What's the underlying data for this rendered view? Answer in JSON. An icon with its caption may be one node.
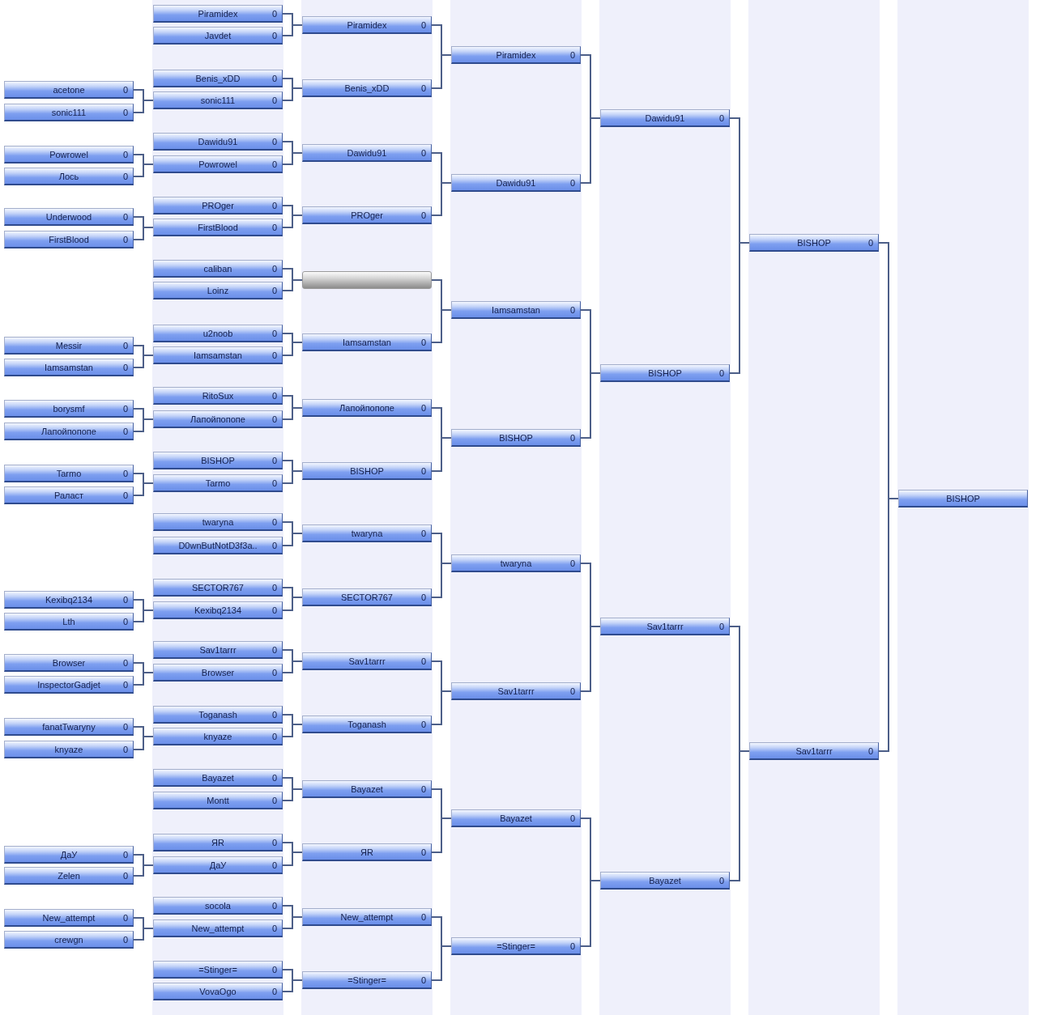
{
  "diagram": {
    "nodes": [
      {
        "text": [
          "acetone",
          "0"
        ]
      },
      {
        "text": [
          "sonic111",
          "0"
        ]
      },
      {
        "text": [
          "Powrowel",
          "0"
        ]
      },
      {
        "text": [
          "Лось",
          "0"
        ]
      },
      {
        "text": [
          "Underwood",
          "0"
        ]
      },
      {
        "text": [
          "FirstBlood",
          "0"
        ]
      },
      {
        "text": [
          "Messir",
          "0"
        ]
      },
      {
        "text": [
          "Iamsamstan",
          "0"
        ]
      },
      {
        "text": [
          "borysmf",
          "0"
        ]
      },
      {
        "text": [
          "Лапойпопопе",
          "0"
        ]
      },
      {
        "text": [
          "Tarmo",
          "0"
        ]
      },
      {
        "text": [
          "Раласт",
          "0"
        ]
      },
      {
        "text": [
          "Kexibq2134",
          "0"
        ]
      },
      {
        "text": [
          "Lth",
          "0"
        ]
      },
      {
        "text": [
          "Browser",
          "0"
        ]
      },
      {
        "text": [
          "InspectorGadjet",
          "0"
        ]
      },
      {
        "text": [
          "fanatTwaryny",
          "0"
        ]
      },
      {
        "text": [
          "knyaze",
          "0"
        ]
      },
      {
        "text": [
          "ДаУ",
          "0"
        ]
      },
      {
        "text": [
          "Zelen",
          "0"
        ]
      },
      {
        "text": [
          "New_attempt",
          "0"
        ]
      },
      {
        "text": [
          "crewgn",
          "0"
        ]
      },
      {
        "text": [
          "Piramidex",
          "0"
        ]
      },
      {
        "text": [
          "Javdet",
          "0"
        ]
      },
      {
        "text": [
          "Benis_xDD",
          "0"
        ]
      },
      {
        "text": [
          "sonic111",
          "0"
        ]
      },
      {
        "text": [
          "Dawidu91",
          "0"
        ]
      },
      {
        "text": [
          "Powrowel",
          "0"
        ]
      },
      {
        "text": [
          "PROger",
          "0"
        ]
      },
      {
        "text": [
          "FirstBlood",
          "0"
        ]
      },
      {
        "text": [
          "caliban",
          "0"
        ]
      },
      {
        "text": [
          "Loinz",
          "0"
        ]
      },
      {
        "text": [
          "u2noob",
          "0"
        ]
      },
      {
        "text": [
          "Iamsamstan",
          "0"
        ]
      },
      {
        "text": [
          "RitoSux",
          "0"
        ]
      },
      {
        "text": [
          "Лапойпопопе",
          "0"
        ]
      },
      {
        "text": [
          "BISHOP",
          "0"
        ]
      },
      {
        "text": [
          "Tarmo",
          "0"
        ]
      },
      {
        "text": [
          "twaryna",
          "0"
        ]
      },
      {
        "text": [
          "D0wnButNotD3f3a..",
          "0"
        ]
      },
      {
        "text": [
          "SECTOR767",
          "0"
        ]
      },
      {
        "text": [
          "Kexibq2134",
          "0"
        ]
      },
      {
        "text": [
          "Sav1tarrr",
          "0"
        ]
      },
      {
        "text": [
          "Browser",
          "0"
        ]
      },
      {
        "text": [
          "Toganash",
          "0"
        ]
      },
      {
        "text": [
          "knyaze",
          "0"
        ]
      },
      {
        "text": [
          "Bayazet",
          "0"
        ]
      },
      {
        "text": [
          "Montt",
          "0"
        ]
      },
      {
        "text": [
          "ЯR",
          "0"
        ]
      },
      {
        "text": [
          "ДаУ",
          "0"
        ]
      },
      {
        "text": [
          "socola",
          "0"
        ]
      },
      {
        "text": [
          "New_attempt",
          "0"
        ]
      },
      {
        "text": [
          "=Stinger=",
          "0"
        ]
      },
      {
        "text": [
          "VovaOgo",
          "0"
        ]
      },
      {
        "text": [
          "Piramidex",
          "0"
        ]
      },
      {
        "text": [
          "Benis_xDD",
          "0"
        ]
      },
      {
        "text": [
          "Dawidu91",
          "0"
        ]
      },
      {
        "text": [
          "PROger",
          "0"
        ]
      },
      {
        "text": [],
        "shape": "bar"
      },
      {
        "text": [
          "Iamsamstan",
          "0"
        ]
      },
      {
        "text": [
          "Лапойпопопе",
          "0"
        ]
      },
      {
        "text": [
          "BISHOP",
          "0"
        ]
      },
      {
        "text": [
          "twaryna",
          "0"
        ]
      },
      {
        "text": [
          "SECTOR767",
          "0"
        ]
      },
      {
        "text": [
          "Sav1tarrr",
          "0"
        ]
      },
      {
        "text": [
          "Toganash",
          "0"
        ]
      },
      {
        "text": [
          "Bayazet",
          "0"
        ]
      },
      {
        "text": [
          "ЯR",
          "0"
        ]
      },
      {
        "text": [
          "New_attempt",
          "0"
        ]
      },
      {
        "text": [
          "=Stinger=",
          "0"
        ]
      },
      {
        "text": [
          "Piramidex",
          "0"
        ]
      },
      {
        "text": [
          "Dawidu91",
          "0"
        ]
      },
      {
        "text": [
          "Iamsamstan",
          "0"
        ]
      },
      {
        "text": [
          "BISHOP",
          "0"
        ]
      },
      {
        "text": [
          "twaryna",
          "0"
        ]
      },
      {
        "text": [
          "Sav1tarrr",
          "0"
        ]
      },
      {
        "text": [
          "Bayazet",
          "0"
        ]
      },
      {
        "text": [
          "=Stinger=",
          "0"
        ]
      },
      {
        "text": [
          "Dawidu91",
          "0"
        ]
      },
      {
        "text": [
          "BISHOP",
          "0"
        ]
      },
      {
        "text": [
          "Sav1tarrr",
          "0"
        ]
      },
      {
        "text": [
          "Bayazet",
          "0"
        ]
      },
      {
        "text": [
          "BISHOP",
          "0"
        ]
      },
      {
        "text": [
          "Sav1tarrr",
          "0"
        ]
      },
      {
        "text": [
          "BISHOP"
        ]
      }
    ],
    "edges": [
      {
        "from": 0,
        "to": 25,
        "arrow": "none"
      },
      {
        "from": 1,
        "to": 25,
        "arrow": "none"
      },
      {
        "from": 2,
        "to": 27,
        "arrow": "none"
      },
      {
        "from": 3,
        "to": 27,
        "arrow": "none"
      },
      {
        "from": 4,
        "to": 29,
        "arrow": "none"
      },
      {
        "from": 5,
        "to": 29,
        "arrow": "none"
      },
      {
        "from": 6,
        "to": 33,
        "arrow": "none"
      },
      {
        "from": 7,
        "to": 33,
        "arrow": "none"
      },
      {
        "from": 8,
        "to": 35,
        "arrow": "none"
      },
      {
        "from": 9,
        "to": 35,
        "arrow": "none"
      },
      {
        "from": 10,
        "to": 37,
        "arrow": "none"
      },
      {
        "from": 11,
        "to": 37,
        "arrow": "none"
      },
      {
        "from": 12,
        "to": 41,
        "arrow": "none"
      },
      {
        "from": 13,
        "to": 41,
        "arrow": "none"
      },
      {
        "from": 14,
        "to": 43,
        "arrow": "none"
      },
      {
        "from": 15,
        "to": 43,
        "arrow": "none"
      },
      {
        "from": 16,
        "to": 45,
        "arrow": "none"
      },
      {
        "from": 17,
        "to": 45,
        "arrow": "none"
      },
      {
        "from": 18,
        "to": 49,
        "arrow": "none"
      },
      {
        "from": 19,
        "to": 49,
        "arrow": "none"
      },
      {
        "from": 20,
        "to": 51,
        "arrow": "none"
      },
      {
        "from": 21,
        "to": 51,
        "arrow": "none"
      },
      {
        "from": 22,
        "to": 54,
        "arrow": "none"
      },
      {
        "from": 23,
        "to": 54,
        "arrow": "none"
      },
      {
        "from": 24,
        "to": 55,
        "arrow": "none"
      },
      {
        "from": 25,
        "to": 55,
        "arrow": "none"
      },
      {
        "from": 26,
        "to": 56,
        "arrow": "none"
      },
      {
        "from": 27,
        "to": 56,
        "arrow": "none"
      },
      {
        "from": 28,
        "to": 57,
        "arrow": "none"
      },
      {
        "from": 29,
        "to": 57,
        "arrow": "none"
      },
      {
        "from": 30,
        "to": 58,
        "arrow": "none"
      },
      {
        "from": 31,
        "to": 58,
        "arrow": "none"
      },
      {
        "from": 32,
        "to": 59,
        "arrow": "none"
      },
      {
        "from": 33,
        "to": 59,
        "arrow": "none"
      },
      {
        "from": 34,
        "to": 60,
        "arrow": "none"
      },
      {
        "from": 35,
        "to": 60,
        "arrow": "none"
      },
      {
        "from": 36,
        "to": 61,
        "arrow": "none"
      },
      {
        "from": 37,
        "to": 61,
        "arrow": "none"
      },
      {
        "from": 38,
        "to": 62,
        "arrow": "none"
      },
      {
        "from": 39,
        "to": 62,
        "arrow": "none"
      },
      {
        "from": 40,
        "to": 63,
        "arrow": "none"
      },
      {
        "from": 41,
        "to": 63,
        "arrow": "none"
      },
      {
        "from": 42,
        "to": 64,
        "arrow": "none"
      },
      {
        "from": 43,
        "to": 64,
        "arrow": "none"
      },
      {
        "from": 44,
        "to": 65,
        "arrow": "none"
      },
      {
        "from": 45,
        "to": 65,
        "arrow": "none"
      },
      {
        "from": 46,
        "to": 66,
        "arrow": "none"
      },
      {
        "from": 47,
        "to": 66,
        "arrow": "none"
      },
      {
        "from": 48,
        "to": 67,
        "arrow": "none"
      },
      {
        "from": 49,
        "to": 67,
        "arrow": "none"
      },
      {
        "from": 50,
        "to": 68,
        "arrow": "none"
      },
      {
        "from": 51,
        "to": 68,
        "arrow": "none"
      },
      {
        "from": 52,
        "to": 69,
        "arrow": "none"
      },
      {
        "from": 53,
        "to": 69,
        "arrow": "none"
      },
      {
        "from": 54,
        "to": 70,
        "arrow": "none"
      },
      {
        "from": 55,
        "to": 70,
        "arrow": "none"
      },
      {
        "from": 56,
        "to": 71,
        "arrow": "none"
      },
      {
        "from": 57,
        "to": 71,
        "arrow": "none"
      },
      {
        "from": 58,
        "to": 72,
        "arrow": "none"
      },
      {
        "from": 59,
        "to": 72,
        "arrow": "none"
      },
      {
        "from": 60,
        "to": 73,
        "arrow": "none"
      },
      {
        "from": 61,
        "to": 73,
        "arrow": "none"
      },
      {
        "from": 62,
        "to": 74,
        "arrow": "none"
      },
      {
        "from": 63,
        "to": 74,
        "arrow": "none"
      },
      {
        "from": 64,
        "to": 75,
        "arrow": "none"
      },
      {
        "from": 65,
        "to": 75,
        "arrow": "none"
      },
      {
        "from": 66,
        "to": 76,
        "arrow": "none"
      },
      {
        "from": 67,
        "to": 76,
        "arrow": "none"
      },
      {
        "from": 68,
        "to": 77,
        "arrow": "none"
      },
      {
        "from": 69,
        "to": 77,
        "arrow": "none"
      },
      {
        "from": 70,
        "to": 78,
        "arrow": "none"
      },
      {
        "from": 71,
        "to": 78,
        "arrow": "none"
      },
      {
        "from": 72,
        "to": 79,
        "arrow": "none"
      },
      {
        "from": 73,
        "to": 79,
        "arrow": "none"
      },
      {
        "from": 74,
        "to": 80,
        "arrow": "none"
      },
      {
        "from": 75,
        "to": 80,
        "arrow": "none"
      },
      {
        "from": 76,
        "to": 81,
        "arrow": "none"
      },
      {
        "from": 77,
        "to": 81,
        "arrow": "none"
      },
      {
        "from": 78,
        "to": 82,
        "arrow": "none"
      },
      {
        "from": 79,
        "to": 82,
        "arrow": "none"
      },
      {
        "from": 80,
        "to": 83,
        "arrow": "none"
      },
      {
        "from": 81,
        "to": 83,
        "arrow": "none"
      },
      {
        "from": 82,
        "to": 84,
        "arrow": "none"
      },
      {
        "from": 83,
        "to": 84,
        "arrow": "none"
      }
    ]
  }
}
